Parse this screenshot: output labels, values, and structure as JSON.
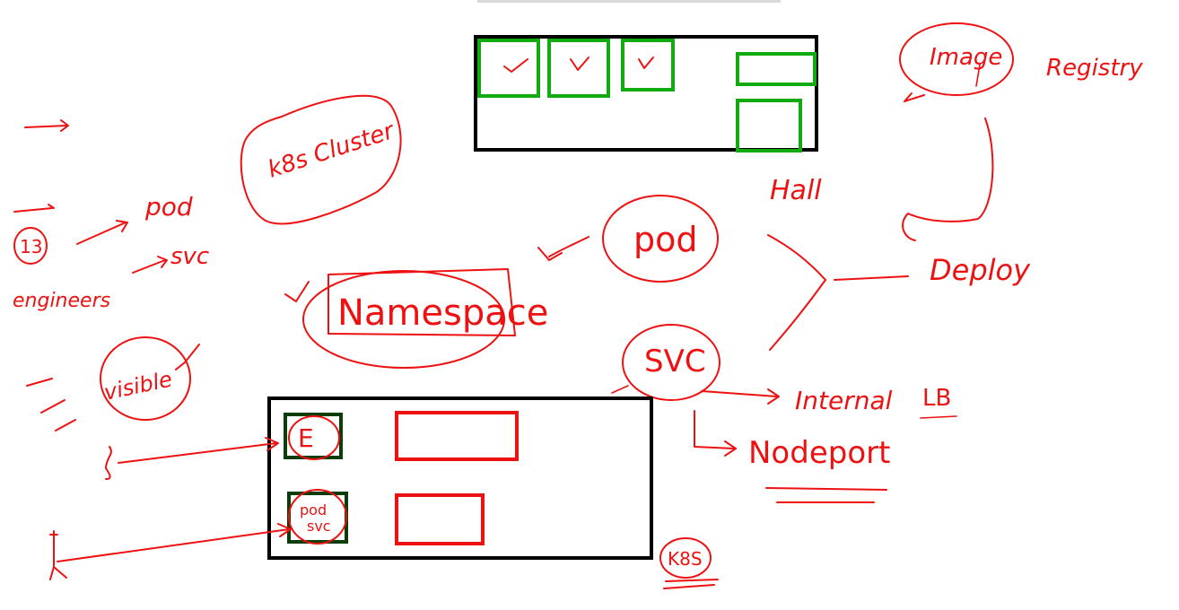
{
  "colors": {
    "ink": "#ee1111",
    "frame": "#000000",
    "green": "#11aa11",
    "dark_green": "#0b3d0b"
  },
  "labels": {
    "image": "Image",
    "registry": "Registry",
    "k8s_cluster": "k8s Cluster",
    "hall": "Hall",
    "pod_big": "pod",
    "deploy": "Deploy",
    "num_13": "13",
    "pod_small": "pod",
    "engineers": "engineers",
    "svc_small": "svc",
    "namespace": "Namespace",
    "visible": "visible",
    "svc_big": "SVC",
    "internal": "Internal",
    "lb": "LB",
    "nodeport": "Nodeport",
    "e": "E",
    "pod_svc_1": "pod",
    "pod_svc_2": "svc",
    "k8s": "K8S",
    "check": "✓"
  }
}
